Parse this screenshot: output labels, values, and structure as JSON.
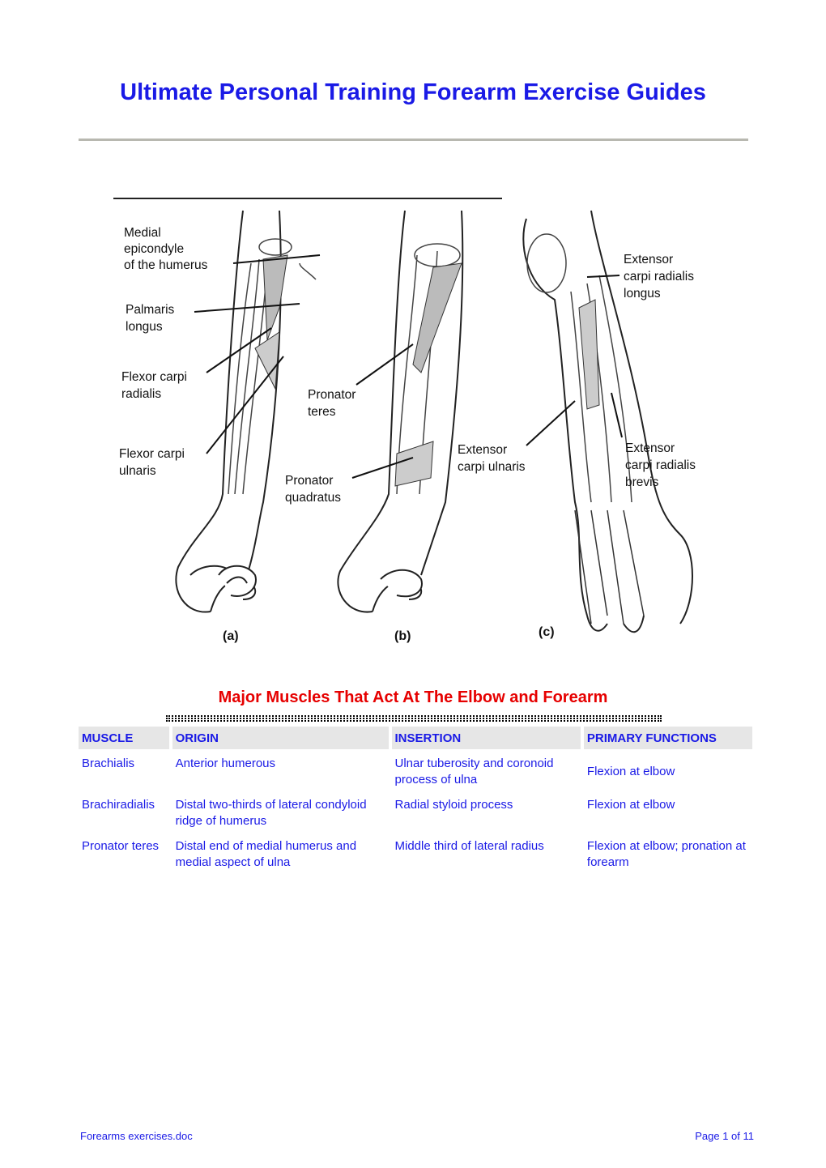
{
  "title": "Ultimate Personal Training Forearm Exercise Guides",
  "figure": {
    "labels": {
      "medial_epicondyle": [
        "Medial",
        "epicondyle",
        "of the humerus"
      ],
      "palmaris_longus": [
        "Palmaris",
        "longus"
      ],
      "flexor_carpi_radialis": [
        "Flexor carpi",
        "radialis"
      ],
      "flexor_carpi_ulnaris": [
        "Flexor carpi",
        "ulnaris"
      ],
      "pronator_teres": [
        "Pronator",
        "teres"
      ],
      "pronator_quadratus": [
        "Pronator",
        "quadratus"
      ],
      "extensor_carpi_ulnaris": [
        "Extensor",
        "carpi ulnaris"
      ],
      "extensor_carpi_radialis_longus": [
        "Extensor",
        "carpi radialis",
        "longus"
      ],
      "extensor_carpi_radialis_brevis": [
        "Extensor",
        "carpi radialis",
        "brevis"
      ]
    },
    "captions": [
      "(a)",
      "(b)",
      "(c)"
    ]
  },
  "subtitle": "Major Muscles That Act At The Elbow and Forearm",
  "table": {
    "headers": [
      "MUSCLE",
      "ORIGIN",
      "INSERTION",
      "PRIMARY FUNCTIONS"
    ],
    "rows": [
      [
        "Brachialis",
        "Anterior humerous",
        "Ulnar tuberosity and coronoid process of ulna",
        "Flexion at elbow"
      ],
      [
        "Brachiradialis",
        "Distal two-thirds of lateral condyloid ridge of humerus",
        "Radial styloid process",
        "Flexion at elbow"
      ],
      [
        "Pronator teres",
        "Distal end of medial humerus and medial aspect of ulna",
        "Middle third of lateral radius",
        "Flexion at elbow; pronation at forearm"
      ]
    ]
  },
  "footer": {
    "left": "Forearms exercises.doc",
    "right": "Page 1 of 11"
  }
}
